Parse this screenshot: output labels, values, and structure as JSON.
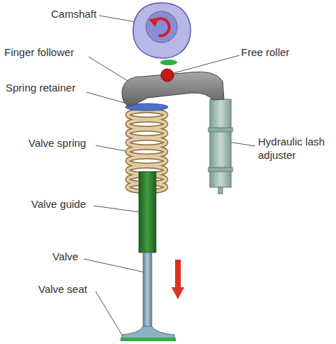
{
  "diagram": {
    "labels": [
      "Camshaft",
      "Finger follower",
      "Spring retainer",
      "Valve spring",
      "Valve guide",
      "Valve",
      "Valve seat",
      "Free roller",
      "Hydraulic lash adjuster"
    ]
  }
}
